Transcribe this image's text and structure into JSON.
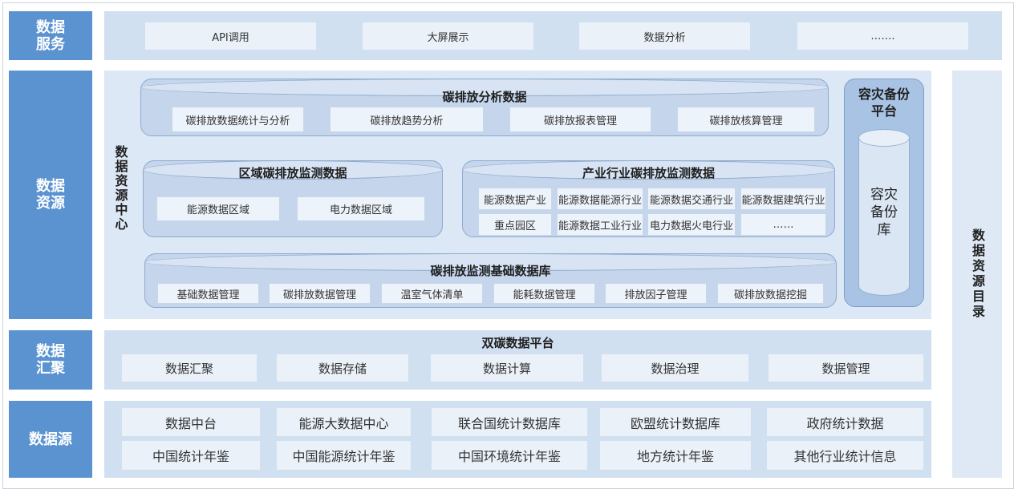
{
  "layers": {
    "services": {
      "label": "数据\n服务",
      "items": [
        "API调用",
        "大屏展示",
        "数据分析",
        "……."
      ]
    },
    "resources": {
      "label": "数据\n资源",
      "center_label": "数据资源中心",
      "analysis": {
        "title": "碳排放分析数据",
        "items": [
          "碳排放数据统计与分析",
          "碳排放趋势分析",
          "碳排放报表管理",
          "碳排放核算管理"
        ]
      },
      "regional": {
        "title": "区域碳排放监测数据",
        "items": [
          "能源数据区域",
          "电力数据区域"
        ]
      },
      "industry": {
        "title": "产业行业碳排放监测数据",
        "items": [
          "能源数据产业",
          "能源数据能源行业",
          "能源数据交通行业",
          "能源数据建筑行业",
          "重点园区",
          "能源数据工业行业",
          "电力数据火电行业",
          "……"
        ]
      },
      "base": {
        "title": "碳排放监测基础数据库",
        "items": [
          "基础数据管理",
          "碳排放数据管理",
          "温室气体清单",
          "能耗数据管理",
          "排放因子管理",
          "碳排放数据挖掘"
        ]
      },
      "backup": {
        "title": "容灾备份\n平台",
        "db_label": "容灾\n备份\n库"
      }
    },
    "aggregation": {
      "label": "数据\n汇聚",
      "title": "双碳数据平台",
      "items": [
        "数据汇聚",
        "数据存储",
        "数据计算",
        "数据治理",
        "数据管理"
      ]
    },
    "sources": {
      "label": "数据源",
      "items": [
        "数据中台",
        "能源大数据中心",
        "联合国统计数据库",
        "欧盟统计数据库",
        "政府统计数据",
        "中国统计年鉴",
        "中国能源统计年鉴",
        "中国环境统计年鉴",
        "地方统计年鉴",
        "其他行业统计信息"
      ]
    }
  },
  "catalog": {
    "label": "数据资源目录"
  },
  "colors": {
    "label_blue": "#5b93d1",
    "layer_bg": "#d0e0f1",
    "box_bg": "#eaf1f9",
    "cylinder": "#c4d5ec"
  }
}
